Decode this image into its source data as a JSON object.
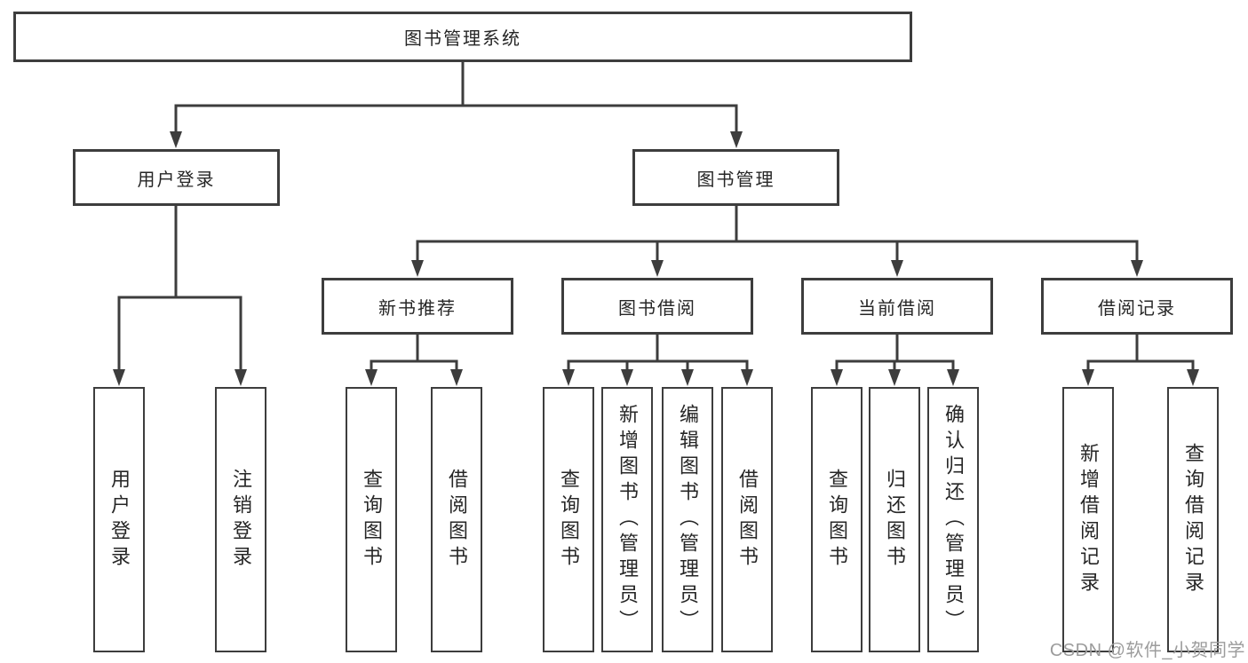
{
  "diagram_title": "图书管理系统",
  "tree": {
    "label": "图书管理系统",
    "children": [
      {
        "label": "用户登录",
        "children": [
          {
            "label": "用户登录"
          },
          {
            "label": "注销登录"
          }
        ]
      },
      {
        "label": "图书管理",
        "children": [
          {
            "label": "新书推荐",
            "children": [
              {
                "label": "查询图书"
              },
              {
                "label": "借阅图书"
              }
            ]
          },
          {
            "label": "图书借阅",
            "children": [
              {
                "label": "查询图书"
              },
              {
                "label": "新增图书（管理员）"
              },
              {
                "label": "编辑图书（管理员）"
              },
              {
                "label": "借阅图书"
              }
            ]
          },
          {
            "label": "当前借阅",
            "children": [
              {
                "label": "查询图书"
              },
              {
                "label": "归还图书"
              },
              {
                "label": "确认归还（管理员）"
              }
            ]
          },
          {
            "label": "借阅记录",
            "children": [
              {
                "label": "新增借阅记录"
              },
              {
                "label": "查询借阅记录"
              }
            ]
          }
        ]
      }
    ]
  },
  "watermark": {
    "text": "CSDN @软件_小贺同学"
  },
  "colors": {
    "line": "#3d3d3d",
    "border": "#3d3d3d",
    "text": "#262626",
    "background": "#ffffff",
    "watermark": "#9c9c9c"
  }
}
